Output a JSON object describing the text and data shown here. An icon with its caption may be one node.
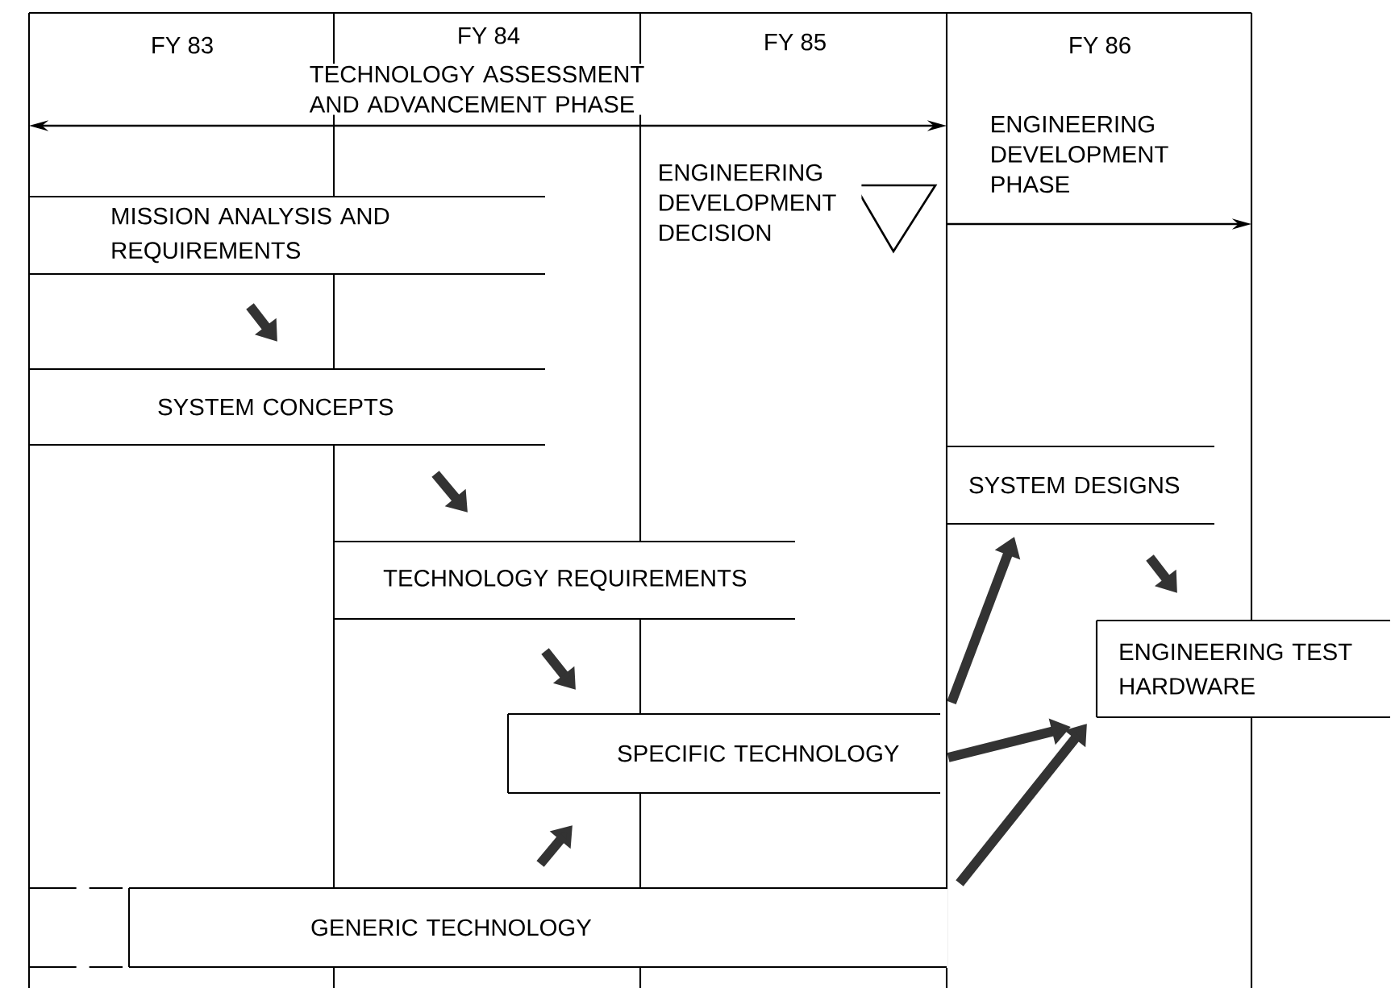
{
  "diagram": {
    "nodes": [
      {
        "text": [
          "MISSION ANALYSIS AND REQUIREMENTS"
        ]
      },
      {
        "text": [
          "SYSTEM CONCEPTS"
        ]
      },
      {
        "text": [
          "TECHNOLOGY REQUIREMENTS"
        ]
      },
      {
        "text": [
          "SPECIFIC TECHNOLOGY"
        ]
      },
      {
        "text": [
          "GENERIC TECHNOLOGY"
        ]
      },
      {
        "text": [
          "SYSTEM DESIGNS"
        ]
      },
      {
        "text": [
          "ENGINEERING TEST HARDWARE"
        ]
      }
    ],
    "edges": [
      {
        "from": 0,
        "to": 1,
        "arrow": "to"
      },
      {
        "from": 1,
        "to": 2,
        "arrow": "to"
      },
      {
        "from": 2,
        "to": 3,
        "arrow": "to"
      },
      {
        "from": 4,
        "to": 3,
        "arrow": "to"
      },
      {
        "from": 3,
        "to": 5,
        "arrow": "to"
      },
      {
        "from": 3,
        "to": 6,
        "arrow": "to"
      },
      {
        "from": 4,
        "to": 6,
        "arrow": "to"
      },
      {
        "from": 5,
        "to": 6,
        "arrow": "to"
      }
    ],
    "labels": [
      "FY 83",
      "FY 84",
      "FY 85",
      "FY 86",
      "TECHNOLOGY ASSESSMENT AND ADVANCEMENT PHASE",
      "ENGINEERING DEVELOPMENT PHASE",
      "ENGINEERING DEVELOPMENT DECISION"
    ]
  }
}
